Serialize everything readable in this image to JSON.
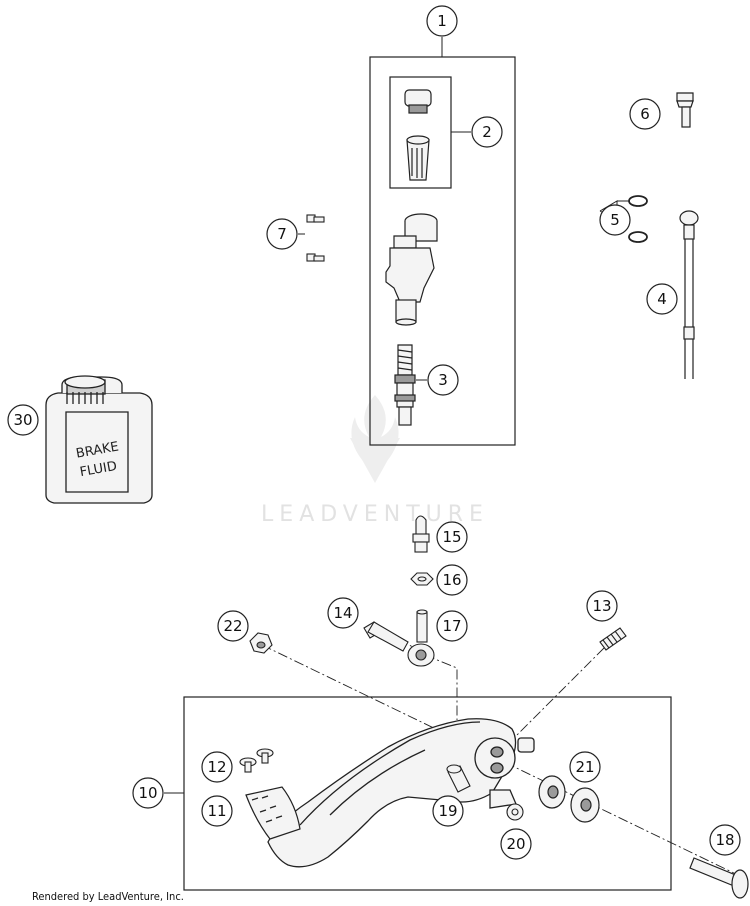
{
  "diagram": {
    "callouts": [
      "1",
      "2",
      "3",
      "4",
      "5",
      "6",
      "7",
      "10",
      "11",
      "12",
      "13",
      "14",
      "15",
      "16",
      "17",
      "18",
      "19",
      "20",
      "21",
      "22",
      "30"
    ],
    "bottle_label_line1": "BRAKE",
    "bottle_label_line2": "FLUID",
    "watermark": "LEADVENTURE",
    "footer": "Rendered by LeadVenture, Inc."
  },
  "colors": {
    "line": "#222222",
    "part_fill": "#f4f4f4",
    "shade": "#9a9a9a",
    "watermark": "#e2e2e2"
  }
}
